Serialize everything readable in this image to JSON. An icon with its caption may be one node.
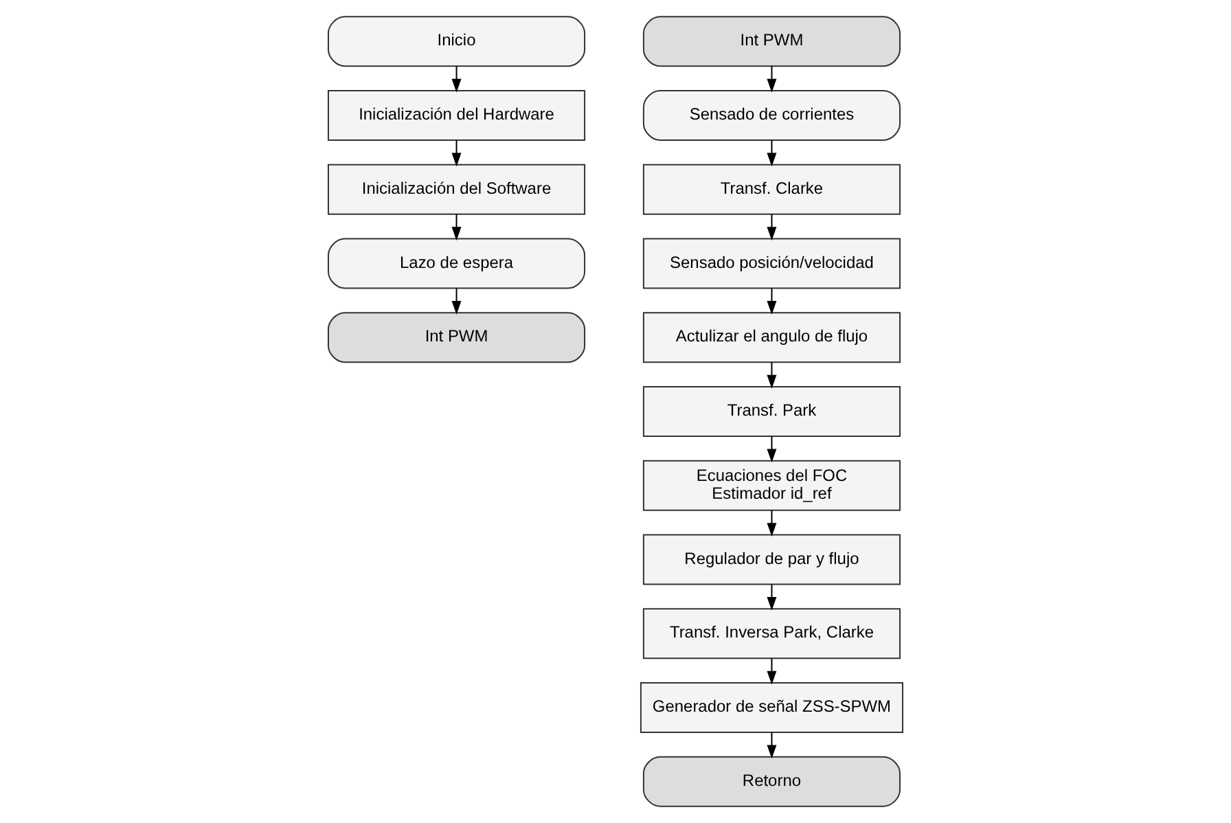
{
  "diagram": {
    "nodes": [
      {
        "text": [
          "Inicio"
        ]
      },
      {
        "text": [
          "Inicialización del Hardware"
        ]
      },
      {
        "text": [
          "Inicialización del Software"
        ]
      },
      {
        "text": [
          "Lazo de espera"
        ]
      },
      {
        "text": [
          "Int PWM"
        ]
      },
      {
        "text": [
          "Int PWM"
        ]
      },
      {
        "text": [
          "Sensado de corrientes"
        ]
      },
      {
        "text": [
          "Transf. Clarke"
        ]
      },
      {
        "text": [
          "Sensado posición/velocidad"
        ]
      },
      {
        "text": [
          "Actulizar el angulo de flujo"
        ]
      },
      {
        "text": [
          "Transf. Park"
        ]
      },
      {
        "text": [
          "Ecuaciones del FOC Estimador id_ref"
        ]
      },
      {
        "text": [
          "Regulador de par y flujo"
        ]
      },
      {
        "text": [
          "Transf. Inversa Park, Clarke"
        ]
      },
      {
        "text": [
          "Generador de señal ZSS-SPWM"
        ]
      },
      {
        "text": [
          "Retorno"
        ]
      }
    ],
    "edges": [
      {
        "from": 0,
        "to": 1,
        "arrow": "to"
      },
      {
        "from": 1,
        "to": 2,
        "arrow": "to"
      },
      {
        "from": 2,
        "to": 3,
        "arrow": "to"
      },
      {
        "from": 3,
        "to": 4,
        "arrow": "to"
      },
      {
        "from": 5,
        "to": 6,
        "arrow": "to"
      },
      {
        "from": 6,
        "to": 7,
        "arrow": "to"
      },
      {
        "from": 7,
        "to": 8,
        "arrow": "to"
      },
      {
        "from": 8,
        "to": 9,
        "arrow": "to"
      },
      {
        "from": 9,
        "to": 10,
        "arrow": "to"
      },
      {
        "from": 10,
        "to": 11,
        "arrow": "to"
      },
      {
        "from": 11,
        "to": 12,
        "arrow": "to"
      },
      {
        "from": 12,
        "to": 13,
        "arrow": "to"
      },
      {
        "from": 13,
        "to": 14,
        "arrow": "to"
      },
      {
        "from": 14,
        "to": 15,
        "arrow": "to"
      }
    ]
  }
}
